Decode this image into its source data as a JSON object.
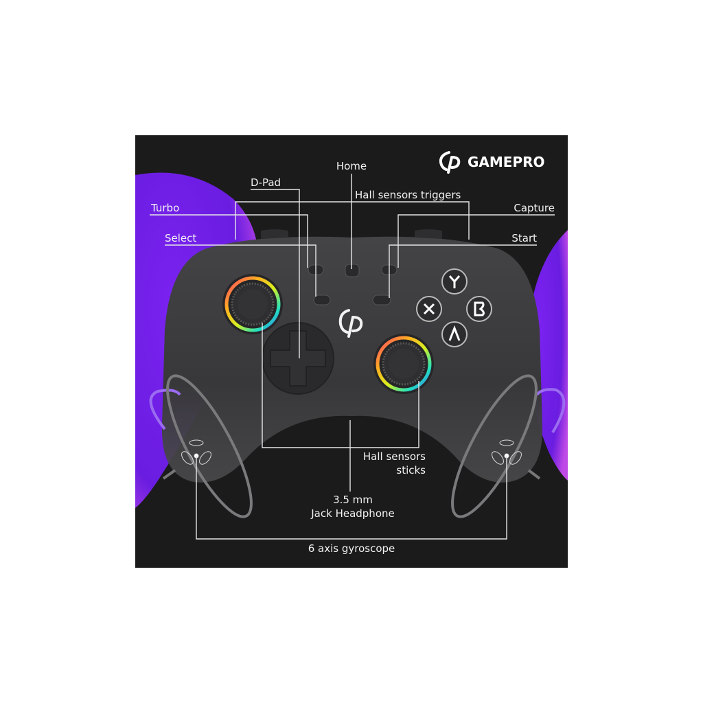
{
  "brand": {
    "name": "GAMEPRO"
  },
  "labels": {
    "home": "Home",
    "dpad": "D-Pad",
    "hall_triggers": "Hall sensors triggers",
    "turbo": "Turbo",
    "capture": "Capture",
    "select": "Select",
    "start": "Start",
    "hall_sticks_line1": "Hall sensors",
    "hall_sticks_line2": "sticks",
    "jack_line1": "3.5 mm",
    "jack_line2": "Jack Headphone",
    "gyro": "6 axis gyroscope"
  },
  "colors": {
    "background": "#1b1b1b",
    "accent_purple": "#7b2ff7",
    "accent_pink": "#c040e0",
    "controller": "#3a3a3c"
  }
}
